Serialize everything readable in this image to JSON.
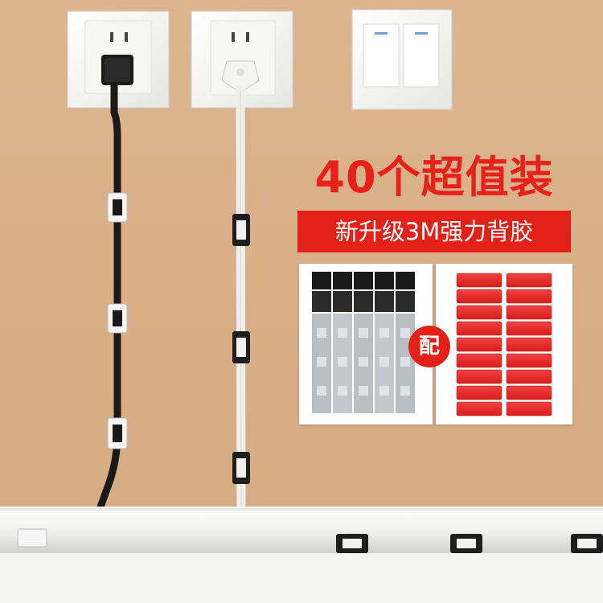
{
  "product": {
    "headline": "40个超值装",
    "subheadline": "新升级3M强力背胶",
    "pairing_mark": "配"
  },
  "colors": {
    "accent_red": "#e32119",
    "wall": "#d8ae86",
    "switch_plate": "#f3f3f1"
  },
  "icons": [
    "wall-socket-icon",
    "light-switch-icon",
    "cable-clip-icon",
    "adhesive-pad-icon"
  ]
}
